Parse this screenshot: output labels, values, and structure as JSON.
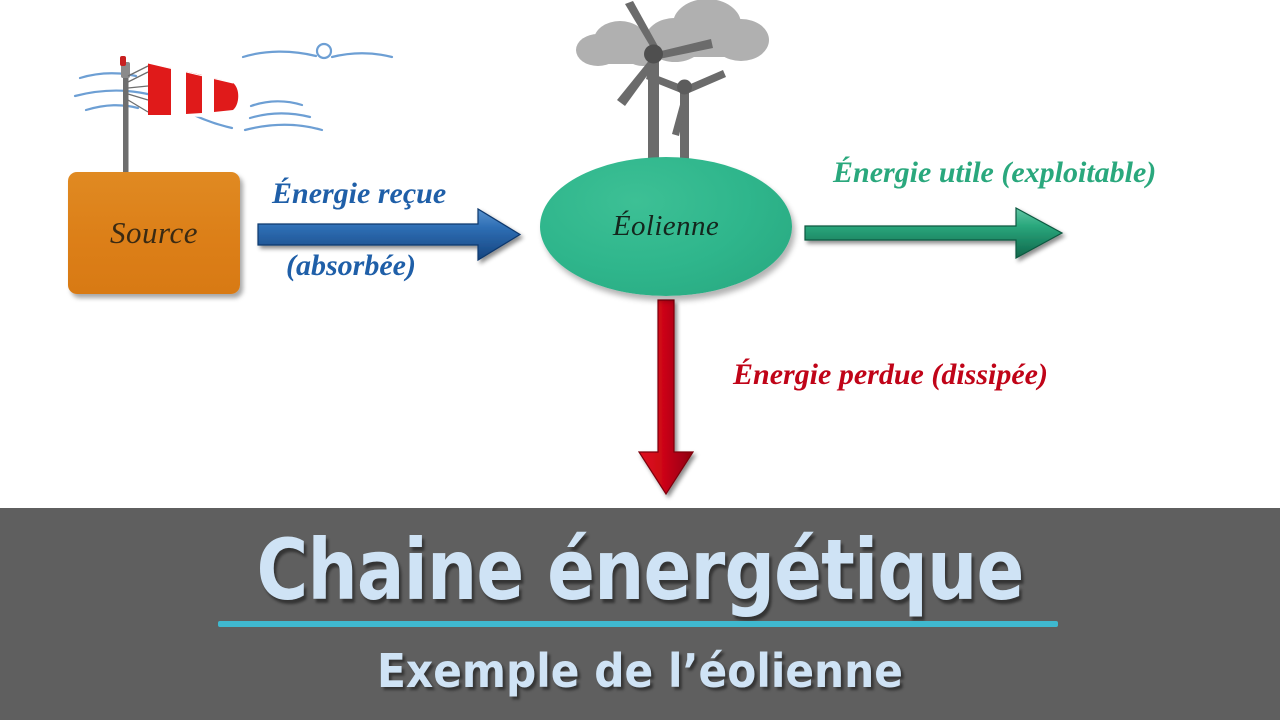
{
  "diagram": {
    "source_block": {
      "label": "Source",
      "color": "#dc7f18"
    },
    "converter_block": {
      "label": "Éolienne",
      "color": "#2fb68c"
    },
    "arrows": [
      {
        "name": "energie-recue",
        "label_line1": "Énergie reçue",
        "label_line2": "(absorbée)",
        "color": "#1f5fa8",
        "direction": "right"
      },
      {
        "name": "energie-utile",
        "label": "Énergie utile (exploitable)",
        "color": "#2aa87d",
        "direction": "right"
      },
      {
        "name": "energie-perdue",
        "label": "Énergie perdue (dissipée)",
        "color": "#c00418",
        "direction": "down"
      }
    ],
    "illustrations": {
      "windsock": "windsock-icon",
      "wind_turbines": "wind-turbine-icon",
      "clouds": "cloud-icon"
    }
  },
  "title_band": {
    "title": "Chaine énergétique",
    "subtitle": "Exemple de l’éolienne",
    "background": "#5f5f5f",
    "title_color": "#cfe3f5",
    "underline_color": "#3fb8cf"
  }
}
